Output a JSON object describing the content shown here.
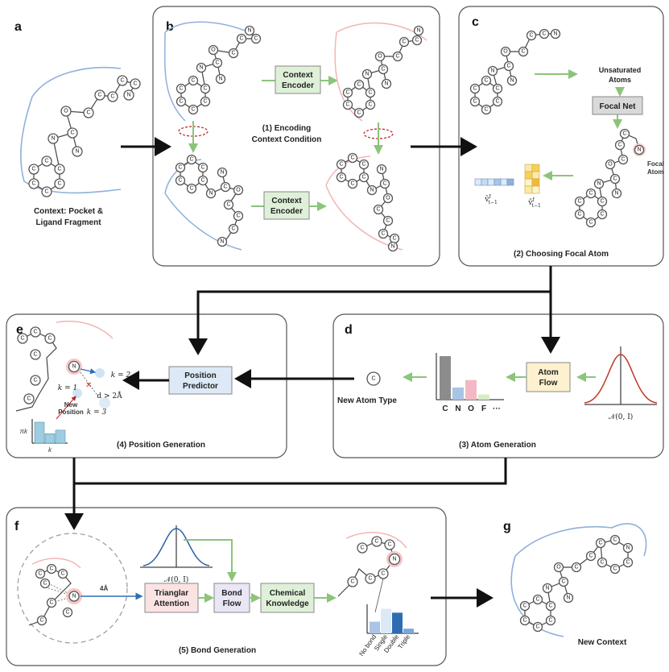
{
  "panels": {
    "a": {
      "letter": "a",
      "caption_line1": "Context: Pocket &",
      "caption_line2": "Ligand Fragment"
    },
    "b": {
      "letter": "b",
      "context_encoder_top_l1": "Context",
      "context_encoder_top_l2": "Encoder",
      "context_encoder_bottom_l1": "Context",
      "context_encoder_bottom_l2": "Encoder",
      "step_caption_l1": "(1) Encoding",
      "step_caption_l2": "Context Condition"
    },
    "c": {
      "letter": "c",
      "unsaturated_l1": "Unsaturated",
      "unsaturated_l2": "Atoms",
      "focal_net": "Focal Net",
      "focal_atom_l1": "Focal",
      "focal_atom_l2": "Atom",
      "v_label_1": "v̂",
      "v_label_2": "v̂",
      "v_sub_1": "t−1",
      "v_sub_2": "t−1",
      "v_sup": "f",
      "step_caption": "(2) Choosing Focal Atom"
    },
    "d": {
      "letter": "d",
      "atom_flow_l1": "Atom",
      "atom_flow_l2": "Flow",
      "new_atom_type": "New Atom Type",
      "new_atom_symbol": "C",
      "bar_labels": [
        "C",
        "N",
        "O",
        "F",
        "···"
      ],
      "gaussian_label": "𝒩(0, I)",
      "step_caption": "(3) Atom Generation"
    },
    "e": {
      "letter": "e",
      "position_predictor_l1": "Position",
      "position_predictor_l2": "Predictor",
      "k1": "k = 1",
      "k2": "k = 2",
      "k3": "k = 3",
      "distance": "d > 2Å",
      "new_position_l1": "New",
      "new_position_l2": "Position",
      "pi_label": "πk",
      "k_axis": "k",
      "step_caption": "(4) Position Generation"
    },
    "f": {
      "letter": "f",
      "distance": "4Å",
      "gaussian_label": "𝒩(0, I)",
      "triangular_l1": "Trianglar",
      "triangular_l2": "Attention",
      "bond_flow_l1": "Bond",
      "bond_flow_l2": "Flow",
      "chemical_l1": "Chemical",
      "chemical_l2": "Knowledge",
      "bond_labels": [
        "No bond",
        "Single",
        "Double",
        "Triple"
      ],
      "step_caption": "(5) Bond Generation"
    },
    "g": {
      "letter": "g",
      "caption": "New Context"
    }
  },
  "atom_histogram": {
    "categories": [
      "C",
      "N",
      "O",
      "F",
      "···"
    ],
    "values": [
      1.0,
      0.28,
      0.45,
      0.12,
      0.0
    ],
    "colors": [
      "#8c8c8c",
      "#a9c4e6",
      "#f4b8c4",
      "#d6ecc6",
      "#ffffff"
    ]
  },
  "bond_histogram": {
    "categories": [
      "No bond",
      "Single",
      "Double",
      "Triple"
    ],
    "values": [
      0.45,
      0.95,
      0.8,
      0.18
    ],
    "colors": [
      "#a9c4e6",
      "#dce9f7",
      "#2e6db4",
      "#7aa7d8"
    ]
  },
  "position_histogram": {
    "values": [
      1.0,
      0.45,
      0.62
    ],
    "color": "#9ecde0"
  },
  "colors": {
    "box_green": "#dff0d8",
    "box_gray": "#d9d9d9",
    "box_blue": "#dde9f6",
    "box_yellow": "#fdf1cf",
    "box_pink": "#fbe3e3",
    "box_lavender": "#e9e6f5",
    "arrow_green": "#8cc47a",
    "pocket_blue": "#8fb0d9",
    "pocket_pink": "#f2b5b5",
    "gaussian_red": "#c0392b",
    "gaussian_blue": "#2f5fa8"
  }
}
